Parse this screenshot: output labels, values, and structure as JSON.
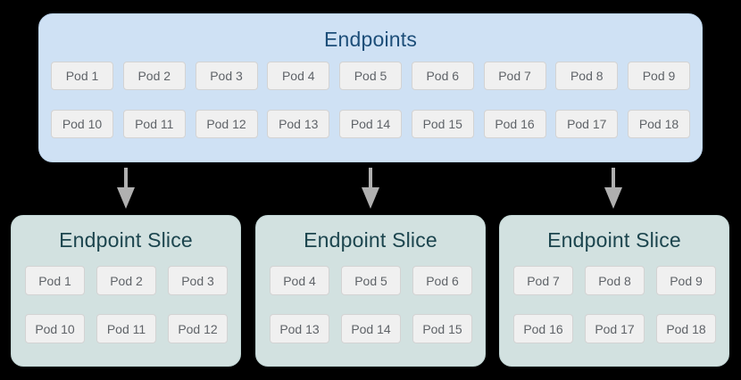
{
  "endpoints": {
    "title": "Endpoints",
    "pods": [
      "Pod 1",
      "Pod 2",
      "Pod 3",
      "Pod 4",
      "Pod 5",
      "Pod 6",
      "Pod 7",
      "Pod 8",
      "Pod 9",
      "Pod 10",
      "Pod 11",
      "Pod 12",
      "Pod 13",
      "Pod 14",
      "Pod 15",
      "Pod 16",
      "Pod 17",
      "Pod 18"
    ]
  },
  "slices": [
    {
      "title": "Endpoint Slice",
      "pods": [
        "Pod 1",
        "Pod 2",
        "Pod 3",
        "Pod 10",
        "Pod 11",
        "Pod 12"
      ]
    },
    {
      "title": "Endpoint Slice",
      "pods": [
        "Pod 4",
        "Pod 5",
        "Pod 6",
        "Pod 13",
        "Pod 14",
        "Pod 15"
      ]
    },
    {
      "title": "Endpoint Slice",
      "pods": [
        "Pod 7",
        "Pod 8",
        "Pod 9",
        "Pod 16",
        "Pod 17",
        "Pod 18"
      ]
    }
  ],
  "arrows": {
    "icon": "down-arrow-icon",
    "count": 3,
    "color": "#b0b0b0"
  },
  "colors": {
    "canvas_background": "#000000",
    "endpoints_box_fill": "#cfe1f4",
    "endpoints_title_text": "#1d4e79",
    "slice_box_fill": "#d2e1e0",
    "slice_title_text": "#1c454e",
    "pod_fill": "#f0f0f0",
    "pod_border": "#d3d3d3",
    "pod_text": "#5f6368",
    "arrow": "#b0b0b0"
  }
}
